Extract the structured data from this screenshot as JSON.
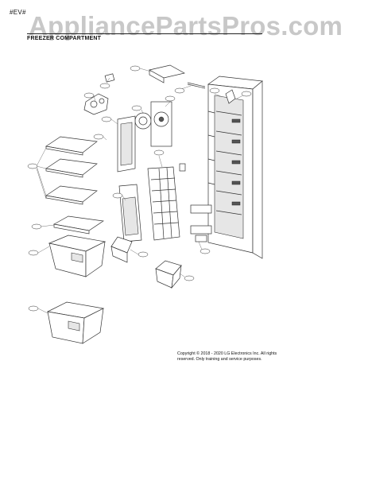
{
  "header": {
    "rev": "#EV#",
    "watermark": "AppliancePartsPros.com",
    "section_title": "FREEZER COMPARTMENT"
  },
  "footer": {
    "copyright": "Copyright © 2018 - 2020 LG Electronics Inc. All rights reserved. Only training and service purposes."
  },
  "diagram": {
    "part_tags": [],
    "colors": {
      "line": "#333333",
      "watermark": "#c8c8c8",
      "background": "#ffffff"
    }
  }
}
